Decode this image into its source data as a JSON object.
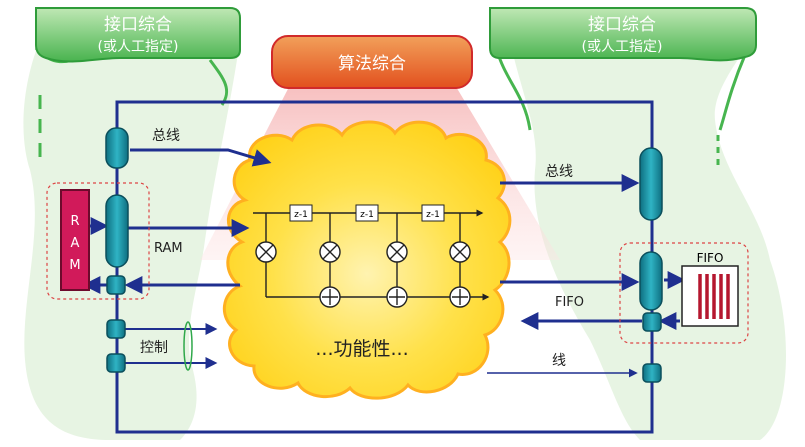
{
  "left_interface": {
    "title": "接口综合",
    "subtitle": "(或人工指定)"
  },
  "right_interface": {
    "title": "接口综合",
    "subtitle": "(或人工指定)"
  },
  "algorithm": {
    "title": "算法综合"
  },
  "cloud": {
    "label": "...功能性..."
  },
  "labels": {
    "bus_left": "总线",
    "bus_right": "总线",
    "ram_port": "RAM",
    "control": "控制",
    "fifo_port": "FIFO",
    "line": "线"
  },
  "ram": {
    "letters": [
      "R",
      "A",
      "M"
    ]
  },
  "fifo": {
    "title": "FIFO"
  },
  "filter": {
    "delays": [
      "z-1",
      "z-1",
      "z-1"
    ]
  },
  "colors": {
    "interface_green": "#4fbf5a",
    "algorithm_orange": "#e8642c",
    "cloud_yellow": "#ffe100",
    "bus_blue": "#1f2f8f",
    "port_teal": "#1a8fa0",
    "ram_red": "#d11a5a",
    "fifo_red": "#b5172f"
  }
}
